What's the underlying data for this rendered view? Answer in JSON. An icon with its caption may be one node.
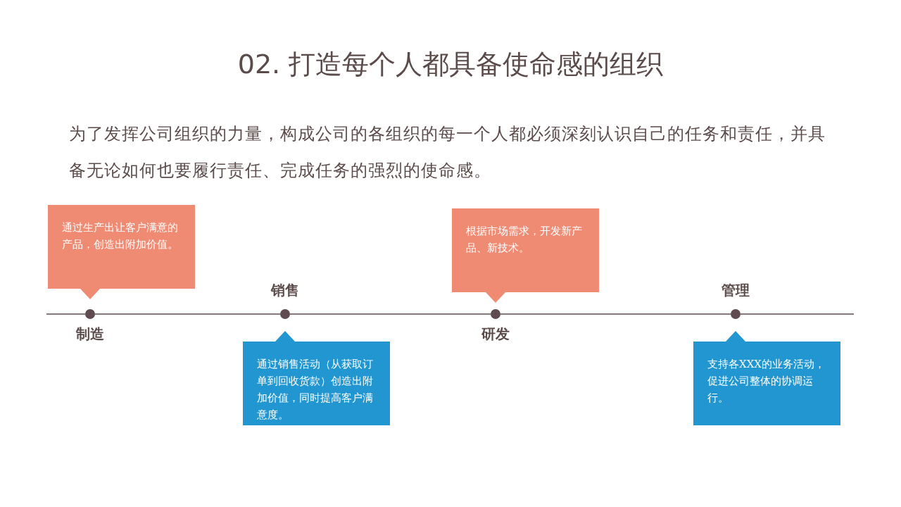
{
  "diagram": {
    "title": "02. 打造每个人都具备使命感的组织",
    "nodes": [
      {
        "text": [
          "通过生产出让客户满意的产品，创造出附加价值。"
        ]
      },
      {
        "text": [
          "制造"
        ]
      },
      {
        "text": [
          "销售"
        ]
      },
      {
        "text": [
          "通过销售活动（从获取订单到回收货款）创造出附加价值，同时提高客户满意度。"
        ]
      },
      {
        "text": [
          "根据市场需求，开发新产品、新技术。"
        ]
      },
      {
        "text": [
          "研发"
        ]
      },
      {
        "text": [
          "管理"
        ]
      },
      {
        "text": [
          "支持各XXX的业务活动，促进公司整体的协调运行。"
        ]
      }
    ],
    "edges": [
      {
        "from": null,
        "to": 1,
        "arrow": "none"
      },
      {
        "from": 1,
        "to": 2,
        "arrow": "none"
      },
      {
        "from": 2,
        "to": 5,
        "arrow": "none"
      },
      {
        "from": 5,
        "to": 6,
        "arrow": "none"
      },
      {
        "from": 6,
        "to": null,
        "arrow": "none"
      }
    ],
    "labels": [
      "为了发挥公司组织的力量，构成公司的各组织的每一个人都必须深刻认识自己的任务和责任，并具备无论如何也要履行责任、完成任务的强烈的使命感。"
    ]
  }
}
